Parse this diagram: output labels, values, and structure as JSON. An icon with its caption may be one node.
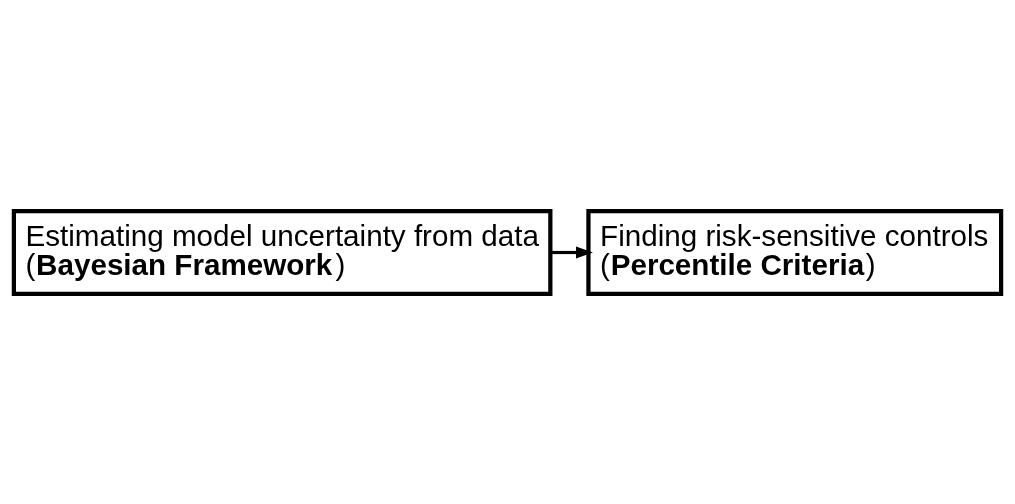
{
  "diagram": {
    "nodes": [
      {
        "text": [
          "Estimating model uncertainty from data",
          "(**Bayesian Framework**)"
        ]
      },
      {
        "text": [
          "Finding risk-sensitive controls",
          "(**Percentile Criteria**)"
        ]
      }
    ],
    "edges": [
      {
        "from": 0,
        "to": 1,
        "arrow": "to"
      }
    ]
  }
}
